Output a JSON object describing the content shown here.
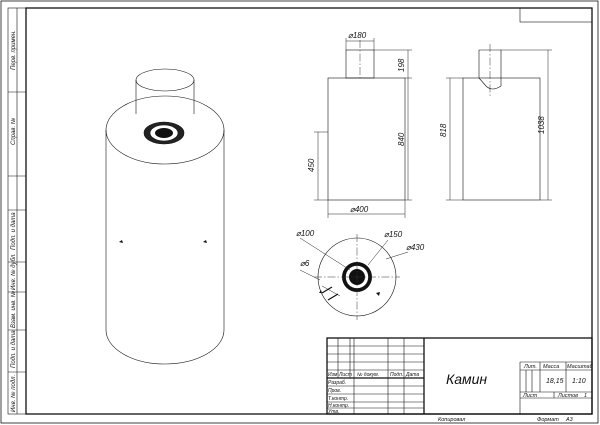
{
  "side_stamp": [
    "Перв. примен.",
    "Справ. №",
    "Подп. и дата",
    "Инв. № дубл.",
    "Взам. инв. №",
    "Подп. и дата",
    "Инв. № подл."
  ],
  "dimensions": {
    "front_pipe_dia": "⌀180",
    "front_pipe_h": "198",
    "front_body_h": "840",
    "front_side_h": "450",
    "front_body_w": "⌀400",
    "side_total_h": "818",
    "side_h2": "1038",
    "top_d100": "⌀100",
    "top_d150": "⌀150",
    "top_d430": "⌀430",
    "top_d6": "⌀6"
  },
  "title_block": {
    "col_headers": [
      "Изм",
      "Лист",
      "№ докум.",
      "Подп.",
      "Дата"
    ],
    "row_labels": [
      "Разраб.",
      "Пров.",
      "Т.контр.",
      "",
      "Н.контр.",
      "Утв."
    ],
    "title": "Камин",
    "lit_header": "Лит.",
    "mass_header": "Масса",
    "scale_header": "Масштаб",
    "mass": "18,15",
    "scale": "1:10",
    "sheet_label": "Лист",
    "sheets_label": "Листов",
    "sheets_count": "1"
  },
  "footer": {
    "copied": "Копировал",
    "format": "Формат",
    "format_value": "A3"
  }
}
